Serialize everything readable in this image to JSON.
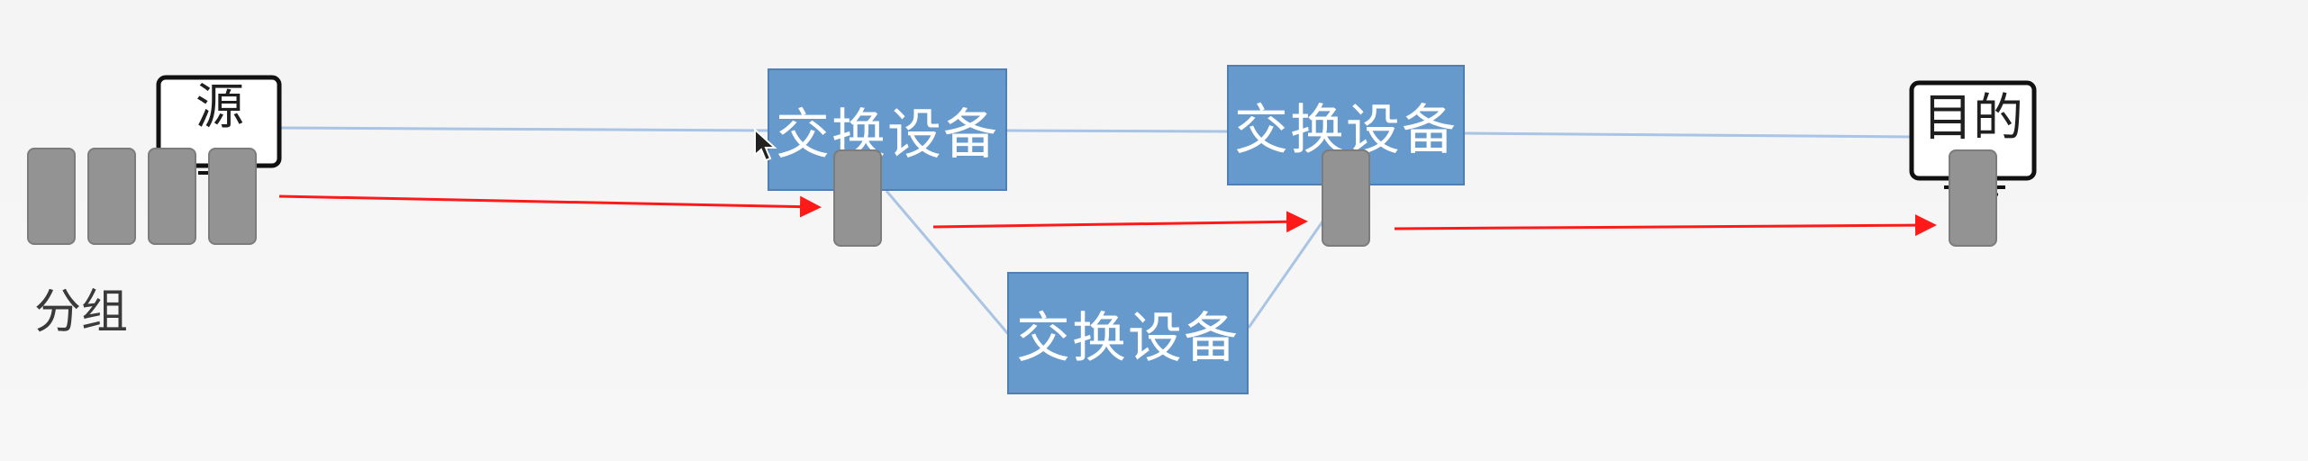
{
  "diagram": {
    "source_label": "源",
    "destination_label": "目的",
    "packets_label": "分组",
    "switches": [
      {
        "label": "交换设备"
      },
      {
        "label": "交换设备"
      },
      {
        "label": "交换设备"
      }
    ],
    "colors": {
      "switch_fill": "#6699cc",
      "link_line": "#a9c4e4",
      "packet_fill": "#939393",
      "arrow": "#ff1a1a"
    },
    "icons": [
      "monitor-icon",
      "monitor-icon",
      "cursor-icon"
    ]
  }
}
